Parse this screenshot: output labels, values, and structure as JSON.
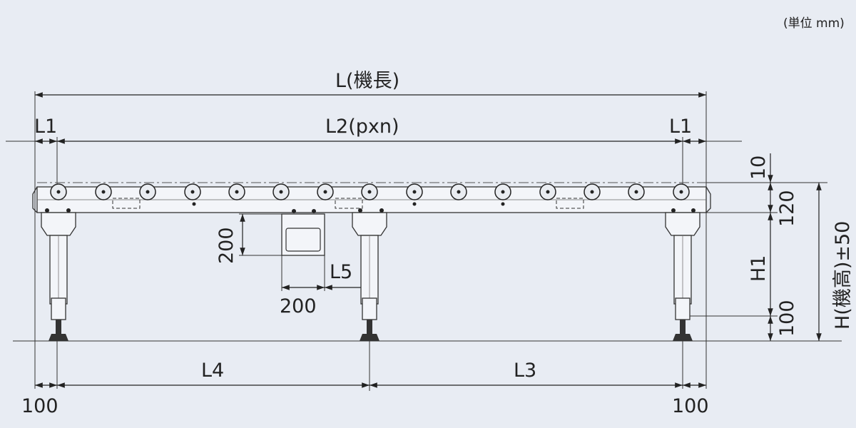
{
  "unit_note": "(単位 mm)",
  "labels": {
    "L": "L(機長)",
    "L1_left": "L1",
    "L2": "L2(pxn)",
    "L1_right": "L1",
    "dim10": "10",
    "dim120": "120",
    "H1": "H1",
    "dim100_right": "100",
    "H": "H(機高)±50",
    "dim200_v": "200",
    "L5": "L5",
    "dim200_h": "200",
    "L4": "L4",
    "L3": "L3",
    "dim100_left": "100",
    "dim100_rightbottom": "100"
  }
}
